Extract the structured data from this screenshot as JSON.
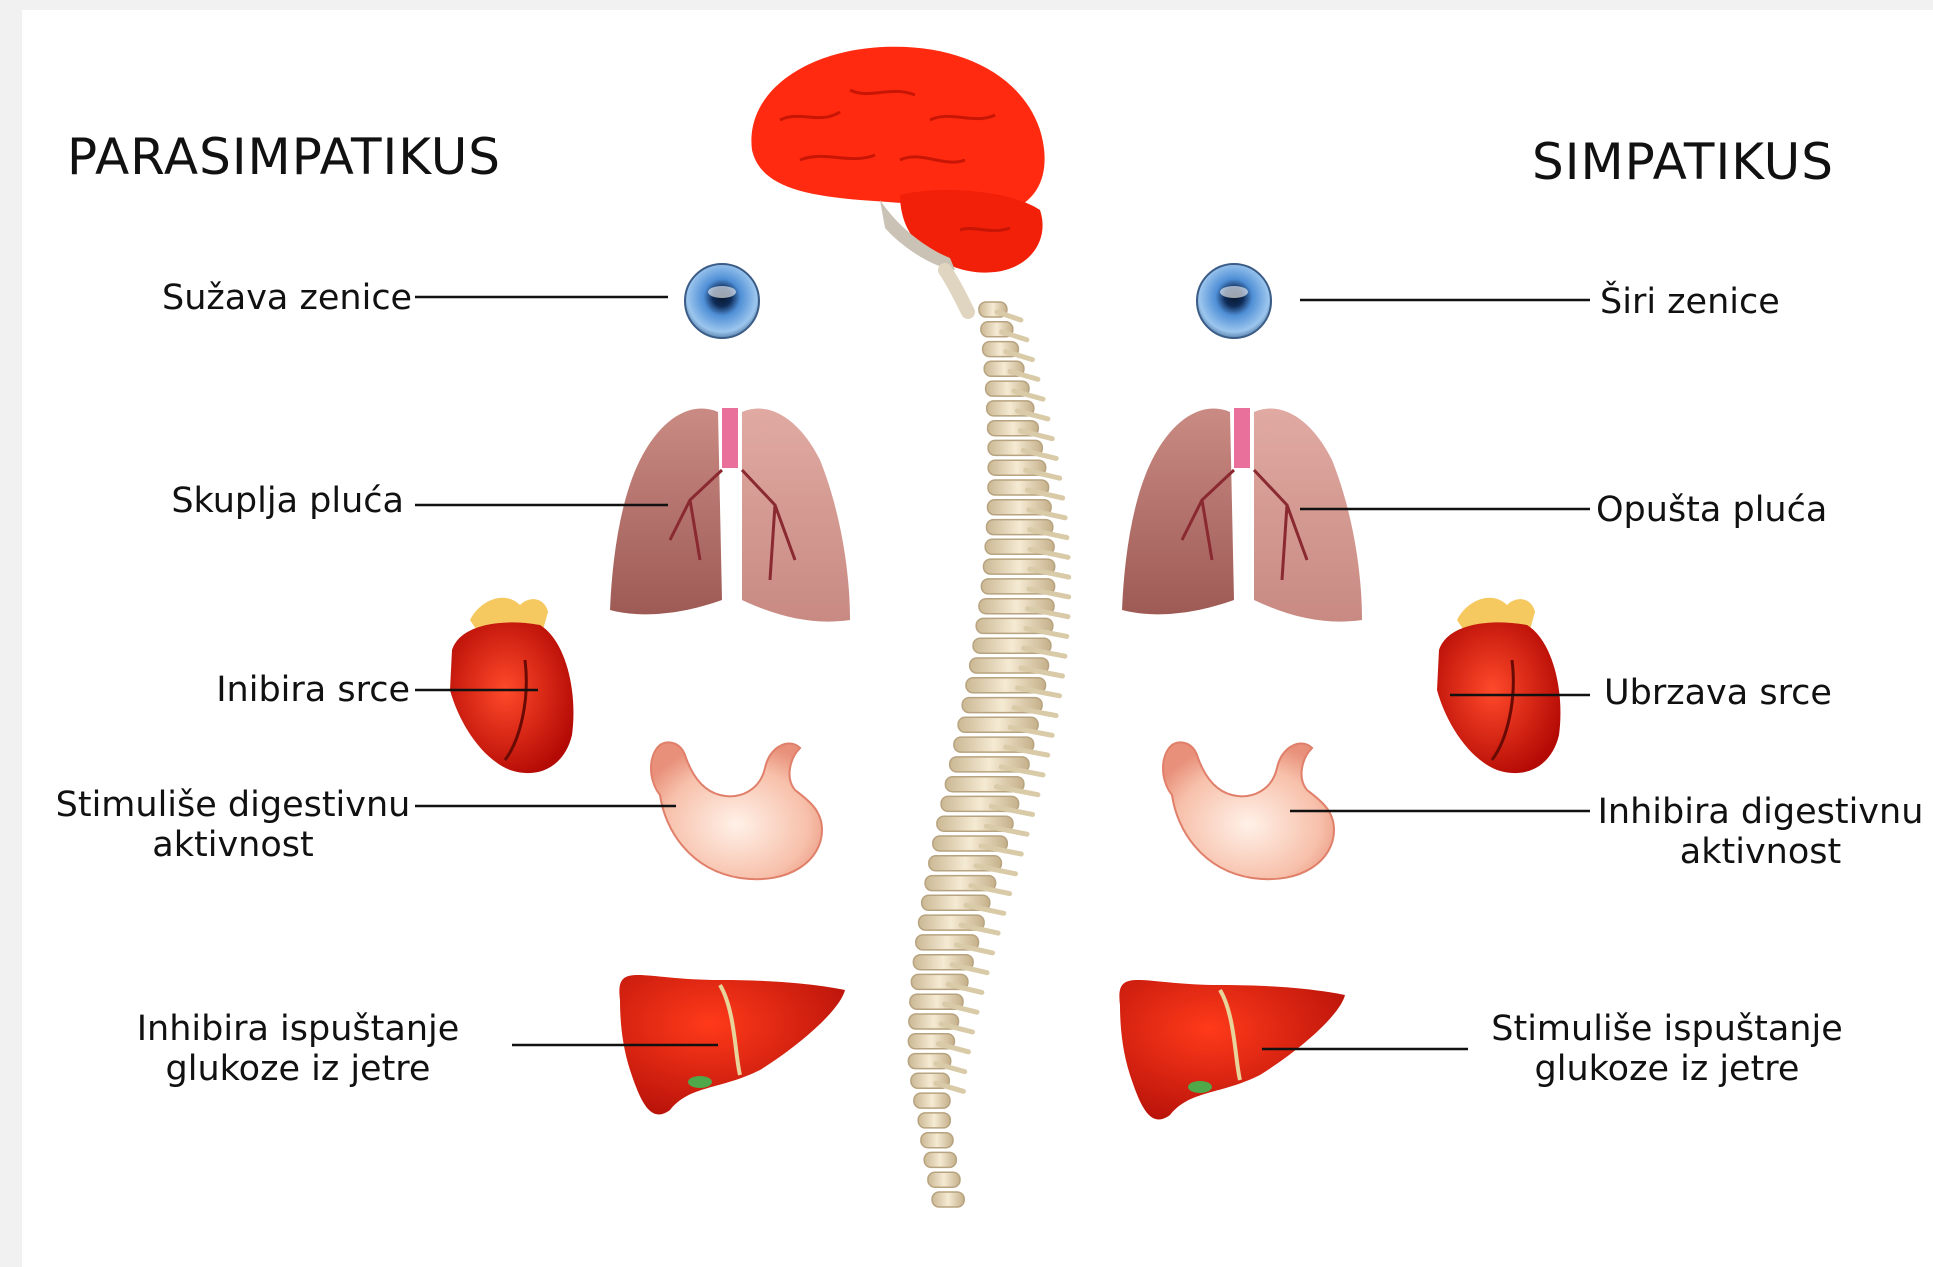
{
  "left": {
    "title": "PARASIMPATIKUS",
    "labels": [
      {
        "text": "Sužava zenice"
      },
      {
        "text": "Skuplja pluća"
      },
      {
        "text": "Inibira srce"
      },
      {
        "line1": "Stimuliše digestivnu",
        "line2": "aktivnost"
      },
      {
        "line1": "Inhibira ispuštanje",
        "line2": "glukoze iz jetre"
      }
    ]
  },
  "right": {
    "title": "SIMPATIKUS",
    "labels": [
      {
        "text": "Širi zenice"
      },
      {
        "text": "Opušta pluća"
      },
      {
        "text": "Ubrzava srce"
      },
      {
        "line1": "Inhibira digestivnu",
        "line2": "aktivnost"
      },
      {
        "line1": "Stimuliše ispuštanje",
        "line2": "glukoze iz jetre"
      }
    ]
  },
  "colors": {
    "brain": "#ff2a10",
    "organ_red": "#e0140a",
    "lung": "#b86f68",
    "stomach": "#f7b8a2",
    "spine": "#eadcc0",
    "eye": "#4f8fd6"
  },
  "icons": [
    "brain-icon",
    "spine-icon",
    "eye-icon",
    "lungs-icon",
    "heart-icon",
    "stomach-icon",
    "liver-icon"
  ]
}
